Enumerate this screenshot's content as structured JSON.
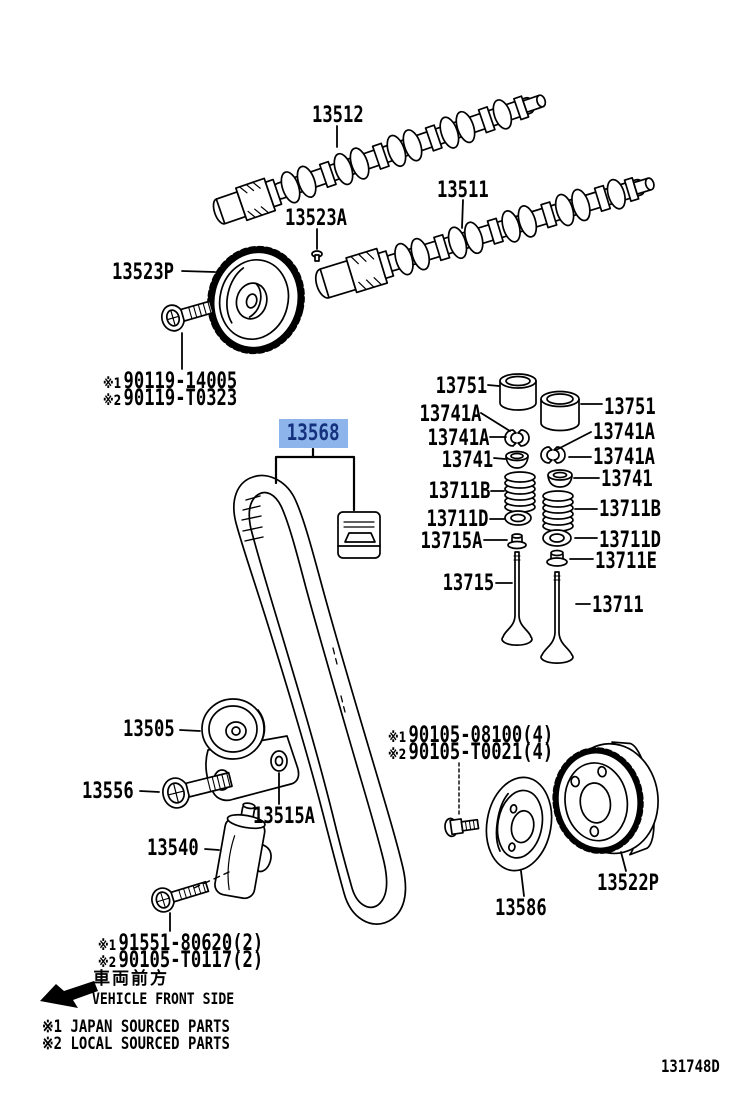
{
  "diagram": {
    "code": "131748D",
    "highlight_bg": "#8db5ec",
    "highlight_text": "#14317d",
    "line_color": "#000000",
    "notes": {
      "front_jp": "車両前方",
      "front_en": "VEHICLE FRONT SIDE",
      "sourcing1": "※1 JAPAN SOURCED PARTS",
      "sourcing2": "※2 LOCAL SOURCED PARTS"
    }
  },
  "labels": {
    "camshaft_no2": "13512",
    "camshaft": "13511",
    "plug": "13523A",
    "cam_pulley": "13523P",
    "cam_bolt_jp": {
      "prefix": "※1",
      "number": "90119-14005"
    },
    "cam_bolt_local": {
      "prefix": "※2",
      "number": "90119-T0323"
    },
    "belt": "13568",
    "lifter_l": "13751",
    "lifter_r": "13751",
    "lock_l1": "13741A",
    "lock_l2": "13741A",
    "lock_r1": "13741A",
    "lock_r2": "13741A",
    "retainer_l": "13741",
    "retainer_r": "13741",
    "spring_l": "13711B",
    "spring_r": "13711B",
    "seat_l": "13711D",
    "seat_r": "13711D",
    "seal_l": "13715A",
    "seal_r": "13711E",
    "valve_l": "13715",
    "valve_r": "13711",
    "idler": "13505",
    "idler_bolt": "13556",
    "washer": "13515A",
    "tensioner": "13540",
    "tens_bolt_jp": {
      "prefix": "※1",
      "number": "91551-80620(2)"
    },
    "tens_bolt_local": {
      "prefix": "※2",
      "number": "90105-T0117(2)"
    },
    "crank_bolt_jp": {
      "prefix": "※1",
      "number": "90105-08100(4)"
    },
    "crank_bolt_local": {
      "prefix": "※2",
      "number": "90105-T0021(4)"
    },
    "crank_pulley": "13586",
    "crank_timing_pulley": "13522P"
  }
}
